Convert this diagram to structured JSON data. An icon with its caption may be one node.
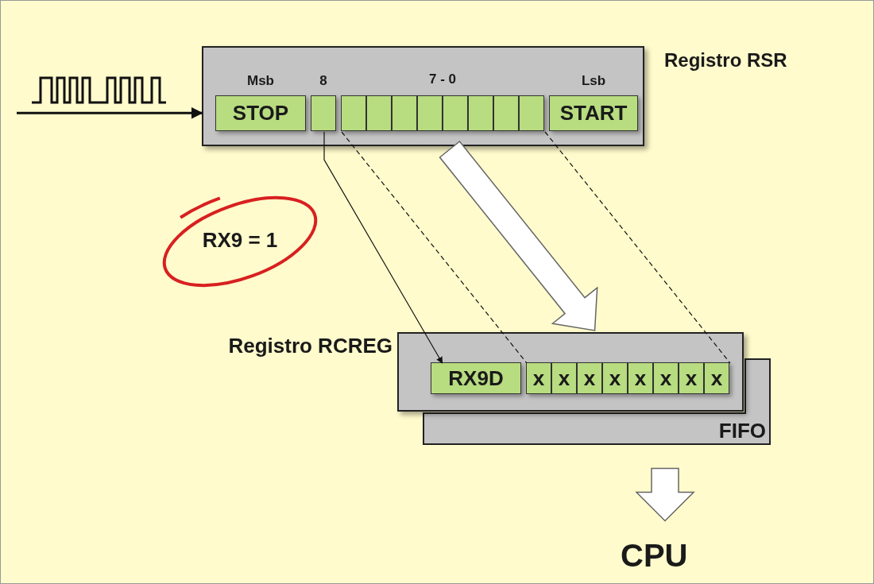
{
  "diagram": {
    "nodes": [
      {
        "text": [
          "Registro RSR"
        ]
      },
      {
        "text": [
          "STOP"
        ],
        "in": 0,
        "beside": [
          "Msb"
        ]
      },
      {
        "text": [],
        "shape": "box",
        "in": 0,
        "beside": [
          "8"
        ]
      },
      {
        "text": [],
        "shape": "box",
        "in": 0
      },
      {
        "text": [],
        "shape": "box",
        "in": 0
      },
      {
        "text": [],
        "shape": "box",
        "in": 0
      },
      {
        "text": [],
        "shape": "box",
        "in": 0
      },
      {
        "text": [],
        "shape": "box",
        "in": 0
      },
      {
        "text": [],
        "shape": "box",
        "in": 0
      },
      {
        "text": [],
        "shape": "box",
        "in": 0
      },
      {
        "text": [],
        "shape": "box",
        "in": 0
      },
      {
        "text": [
          "START"
        ],
        "in": 0,
        "beside": [
          "Lsb"
        ]
      },
      {
        "text": [
          "RX9 = 1"
        ]
      },
      {
        "text": [
          "FIFO"
        ]
      },
      {
        "text": [
          "Registro RCREG"
        ]
      },
      {
        "text": [
          "RX9D"
        ],
        "in": 14
      },
      {
        "text": [
          "x"
        ],
        "in": 14
      },
      {
        "text": [
          "x"
        ],
        "in": 14
      },
      {
        "text": [
          "x"
        ],
        "in": 14
      },
      {
        "text": [
          "x"
        ],
        "in": 14
      },
      {
        "text": [
          "x"
        ],
        "in": 14
      },
      {
        "text": [
          "x"
        ],
        "in": 14
      },
      {
        "text": [
          "x"
        ],
        "in": 14
      },
      {
        "text": [
          "x"
        ],
        "in": 14
      },
      {
        "text": [
          "CPU"
        ]
      }
    ],
    "edges": [
      {
        "from": null,
        "to": 0,
        "arrow": "to",
        "style": "thick"
      },
      {
        "from": 2,
        "to": 15,
        "arrow": "to"
      },
      {
        "from": 3,
        "to": 16,
        "arrow": "none",
        "style": "dashed"
      },
      {
        "from": 10,
        "to": 23,
        "arrow": "none",
        "style": "dashed"
      },
      {
        "from": 0,
        "to": 14,
        "arrow": "to",
        "style": "thick",
        "color": "#ffffff"
      },
      {
        "from": 13,
        "to": 24,
        "arrow": "to",
        "style": "thick",
        "color": "#ffffff"
      }
    ],
    "labels": [
      "7 - 0"
    ]
  }
}
